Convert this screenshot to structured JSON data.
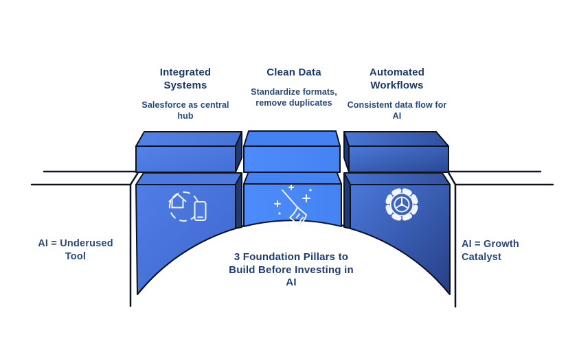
{
  "diagram": {
    "caption": "3 Foundation Pillars to Build Before Investing in AI",
    "left_label": "AI = Underused Tool",
    "right_label": "AI = Growth Catalyst"
  },
  "pillars": [
    {
      "title": "Integrated Systems",
      "subtitle": "Salesforce as central hub",
      "icon": "sync-devices-icon"
    },
    {
      "title": "Clean Data",
      "subtitle": "Standardize formats, remove duplicates",
      "icon": "broom-clean-icon"
    },
    {
      "title": "Automated Workflows",
      "subtitle": "Consistent data flow for AI",
      "icon": "gear-automation-icon"
    }
  ],
  "colors": {
    "pillar_blue": "#4c7ce2",
    "bright_blue": "#4c88f8",
    "dark_navy": "#2a4892",
    "sliver_navy": "#223a6f",
    "outline": "#0c1220",
    "text_navy": "#1b3867",
    "icon_stroke": "#f0f5ff",
    "background": "#ffffff"
  }
}
